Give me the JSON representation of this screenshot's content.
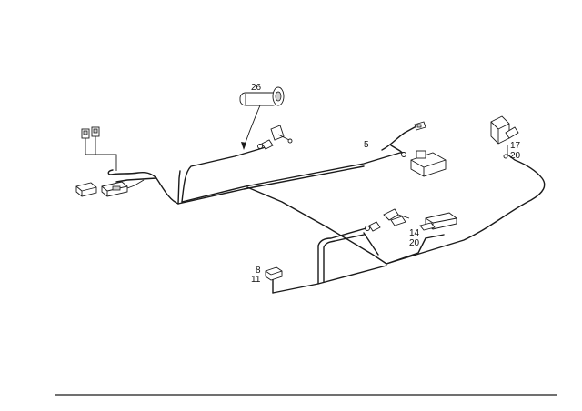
{
  "diagram": {
    "callouts": {
      "c26": "26",
      "c5": "5",
      "c17": "17",
      "c20a": "20",
      "c14": "14",
      "c20b": "20",
      "c8": "8",
      "c11": "11"
    },
    "colors": {
      "line": "#1a1a1a",
      "background": "#ffffff",
      "shade": "#cfcfcf"
    }
  }
}
